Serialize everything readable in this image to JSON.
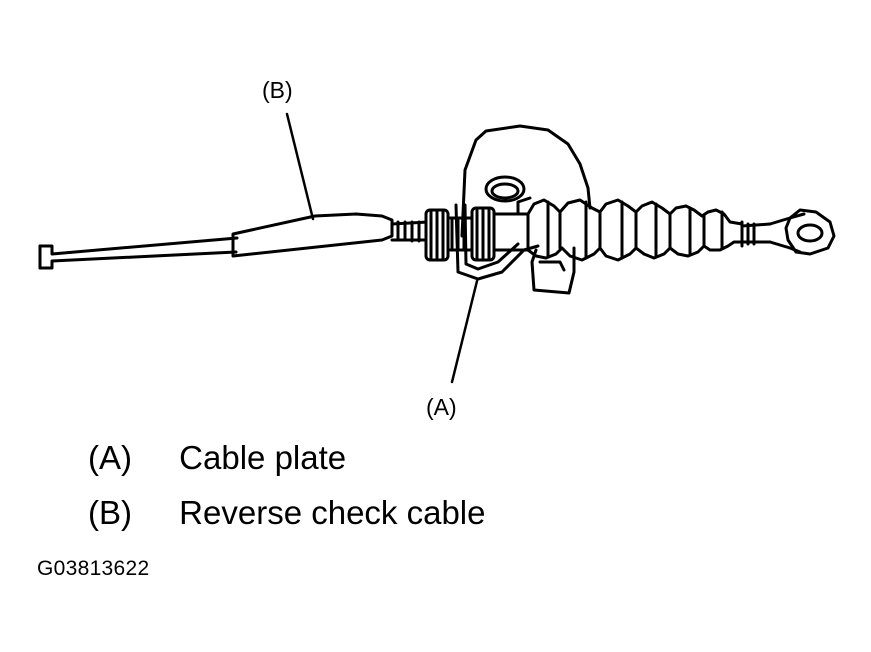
{
  "callouts": {
    "b": "(B)",
    "a": "(A)"
  },
  "legend": [
    {
      "key": "(A)",
      "label": "Cable plate"
    },
    {
      "key": "(B)",
      "label": "Reverse check cable"
    }
  ],
  "figure_code": "G03813622",
  "colors": {
    "ink": "#000000",
    "paper": "#ffffff"
  }
}
